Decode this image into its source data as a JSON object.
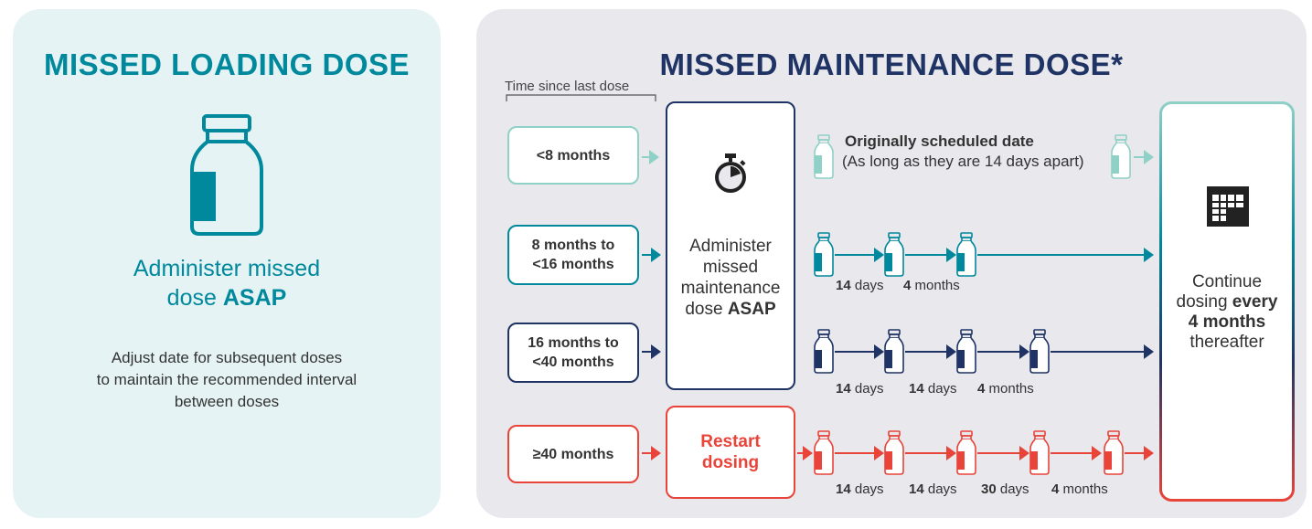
{
  "left_panel": {
    "title": "MISSED LOADING DOSE",
    "instruction_line1": "Administer missed",
    "instruction_line2_pre": "dose ",
    "instruction_line2_bold": "ASAP",
    "note_lines": [
      "Adjust date for subsequent doses",
      "to maintain the recommended interval",
      "between doses"
    ]
  },
  "right_panel": {
    "title": "MISSED MAINTENANCE DOSE*",
    "time_since_label": "Time since last dose",
    "rows": [
      {
        "label_lines": [
          "<8 months"
        ]
      },
      {
        "label_lines": [
          "8 months to",
          "<16 months"
        ]
      },
      {
        "label_lines": [
          "16 months to",
          "<40 months"
        ]
      },
      {
        "label_lines": [
          "≥40 months"
        ]
      }
    ],
    "administer_lines": [
      "Administer",
      "missed",
      "maintenance"
    ],
    "administer_last_pre": "dose ",
    "administer_last_bold": "ASAP",
    "restart_lines": [
      "Restart",
      "dosing"
    ],
    "originally_scheduled_bold": "Originally scheduled date",
    "originally_scheduled_note": "(As long as they are 14 days apart)",
    "continue_line1": "Continue",
    "continue_line2_pre": "dosing ",
    "continue_line2_bold": "every",
    "continue_line3_bold": "4 months",
    "continue_line4": "thereafter",
    "row2_intervals": [
      {
        "num": "14",
        "unit": "days"
      },
      {
        "num": "4",
        "unit": "months"
      }
    ],
    "row3_intervals": [
      {
        "num": "14",
        "unit": "days"
      },
      {
        "num": "14",
        "unit": "days"
      },
      {
        "num": "4",
        "unit": "months"
      }
    ],
    "row4_intervals": [
      {
        "num": "14",
        "unit": "days"
      },
      {
        "num": "14",
        "unit": "days"
      },
      {
        "num": "30",
        "unit": "days"
      },
      {
        "num": "4",
        "unit": "months"
      }
    ]
  },
  "icons": [
    "vial-icon",
    "stopwatch-icon",
    "calendar-icon"
  ],
  "colors": {
    "teal": "#00889c",
    "light_teal": "#8fd0c7",
    "navy": "#1f3464",
    "red": "#e8443a",
    "left_bg": "#e5f3f5",
    "right_bg": "#e8e8ed"
  }
}
